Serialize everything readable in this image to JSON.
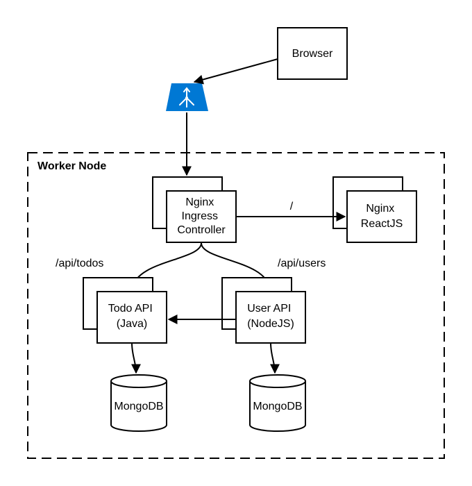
{
  "nodes": {
    "browser": "Browser",
    "worker_node": "Worker Node",
    "ingress": [
      "Nginx",
      "Ingress",
      "Controller"
    ],
    "nginx_react": [
      "Nginx",
      "ReactJS"
    ],
    "todo_api": [
      "Todo API",
      "(Java)"
    ],
    "user_api": [
      "User API",
      "(NodeJS)"
    ],
    "mongo_todo": "MongoDB",
    "mongo_user": "MongoDB"
  },
  "edges": {
    "root": "/",
    "todos": "/api/todos",
    "users": "/api/users"
  },
  "colors": {
    "load_balancer": "#0078d4",
    "stroke": "#000000"
  },
  "icons": {
    "load_balancer": "load-balancer-icon"
  }
}
